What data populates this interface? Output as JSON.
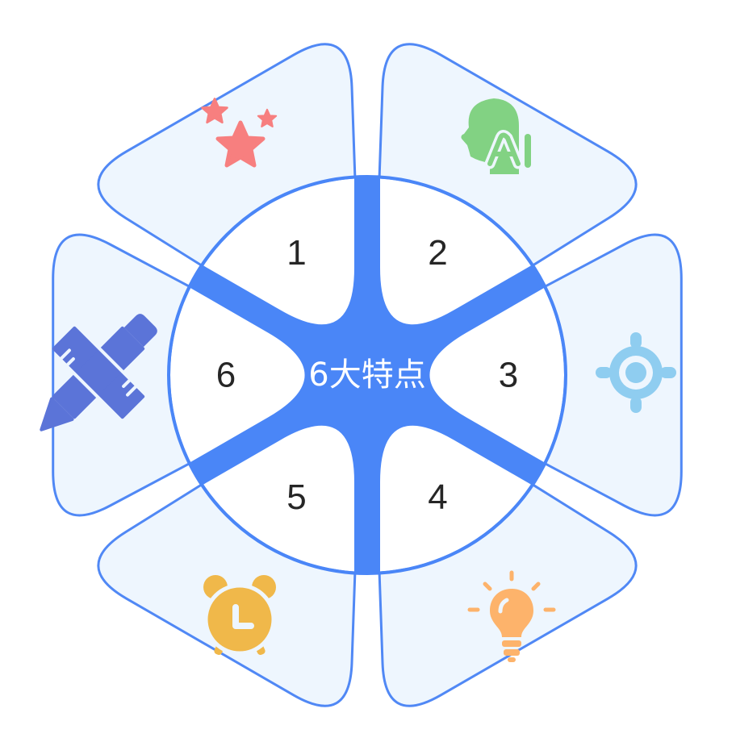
{
  "title": "6大特点",
  "colors": {
    "accent": "#4a86f7",
    "petal_fill": "#eef6fe",
    "petal_stroke": "#5088f5"
  },
  "segments": [
    {
      "number": "1",
      "icon": "stars-icon",
      "icon_color": "#f77f7f"
    },
    {
      "number": "2",
      "icon": "ai-head-icon",
      "icon_color": "#82d283"
    },
    {
      "number": "3",
      "icon": "target-icon",
      "icon_color": "#8fcdf0"
    },
    {
      "number": "4",
      "icon": "lightbulb-icon",
      "icon_color": "#fdb36b"
    },
    {
      "number": "5",
      "icon": "alarm-clock-icon",
      "icon_color": "#f0b84a"
    },
    {
      "number": "6",
      "icon": "ruler-pencil-icon",
      "icon_color": "#5b74d8"
    }
  ]
}
